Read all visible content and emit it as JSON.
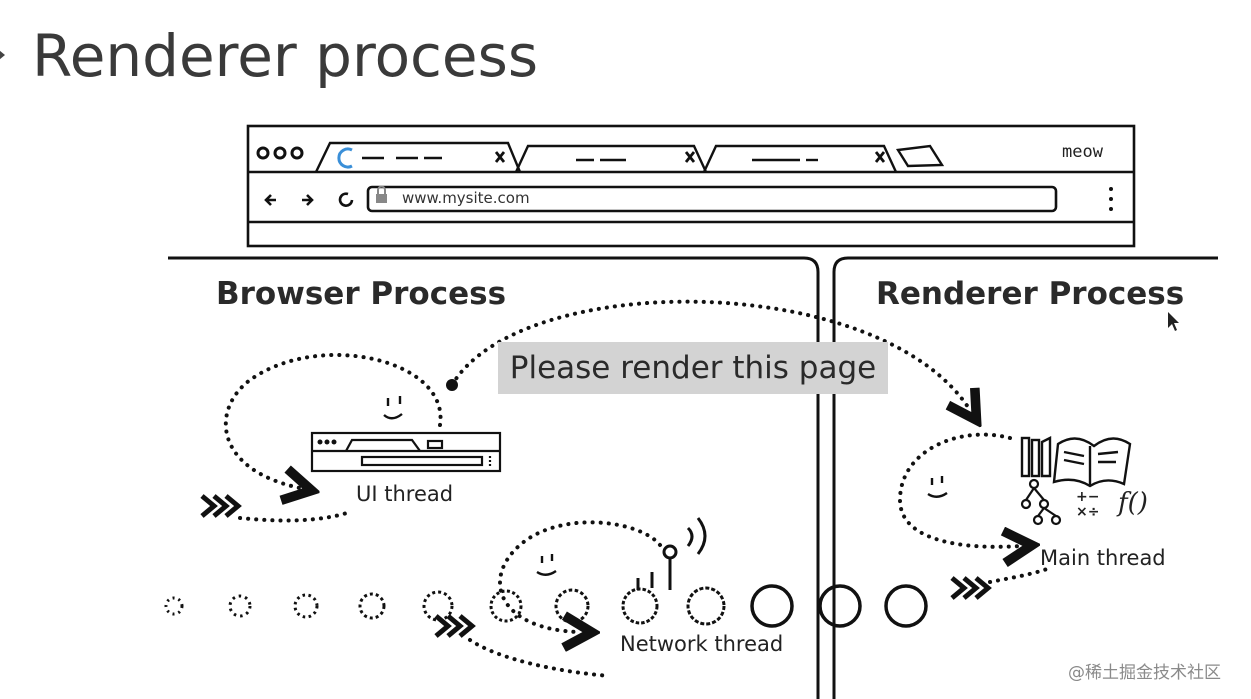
{
  "slide": {
    "title": "Renderer process"
  },
  "browser_window": {
    "url": "www.mysite.com",
    "user_label": "meow"
  },
  "diagram": {
    "browser_process_label": "Browser Process",
    "renderer_process_label": "Renderer Process",
    "message": "Please render this page",
    "ui_thread_label": "UI thread",
    "network_thread_label": "Network thread",
    "main_thread_label": "Main thread",
    "math_symbols": "+−\n×÷",
    "function_symbol": "f()"
  },
  "watermark": {
    "text": "@稀土掘金技术社区"
  },
  "colors": {
    "ink": "#111111",
    "message_bg": "#d3d3d3",
    "title_text": "#3a3a3a"
  }
}
